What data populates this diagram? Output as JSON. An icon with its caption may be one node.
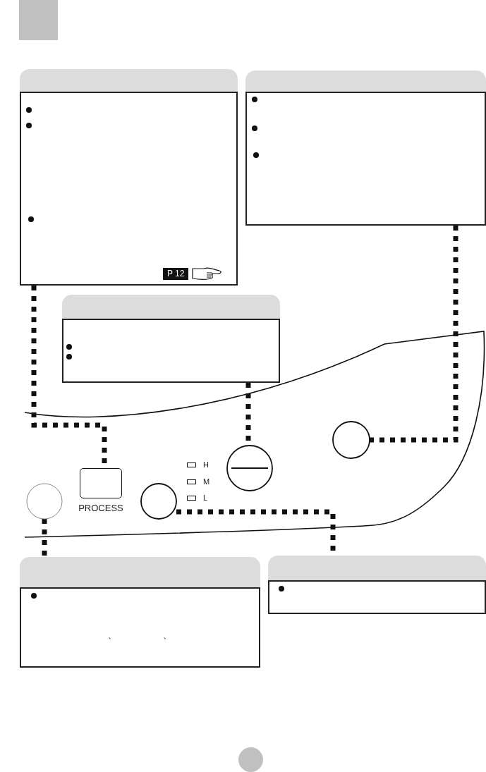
{
  "diagram": {
    "nodes": [
      {
        "text": [
          "P 12"
        ]
      },
      {
        "text": [],
        "shape": "box"
      },
      {
        "text": [],
        "shape": "box"
      },
      {
        "text": [],
        "shape": "circle"
      },
      {
        "text": [],
        "shape": "circle"
      },
      {
        "text": [],
        "shape": "circle"
      },
      {
        "text": [
          "PROCESS"
        ]
      },
      {
        "text": [],
        "shape": "circle"
      },
      {
        "text": [
          "、",
          "、"
        ]
      },
      {
        "text": [],
        "shape": "box"
      }
    ],
    "edges": [
      {
        "from": 0,
        "to": 6,
        "arrow": "none"
      },
      {
        "from": 1,
        "to": 4,
        "arrow": "none"
      },
      {
        "from": 2,
        "to": 3,
        "arrow": "none"
      },
      {
        "from": 5,
        "to": 8,
        "arrow": "none"
      },
      {
        "from": 7,
        "to": 9,
        "arrow": "none"
      }
    ],
    "labels": [
      "H",
      "M",
      "L"
    ]
  }
}
